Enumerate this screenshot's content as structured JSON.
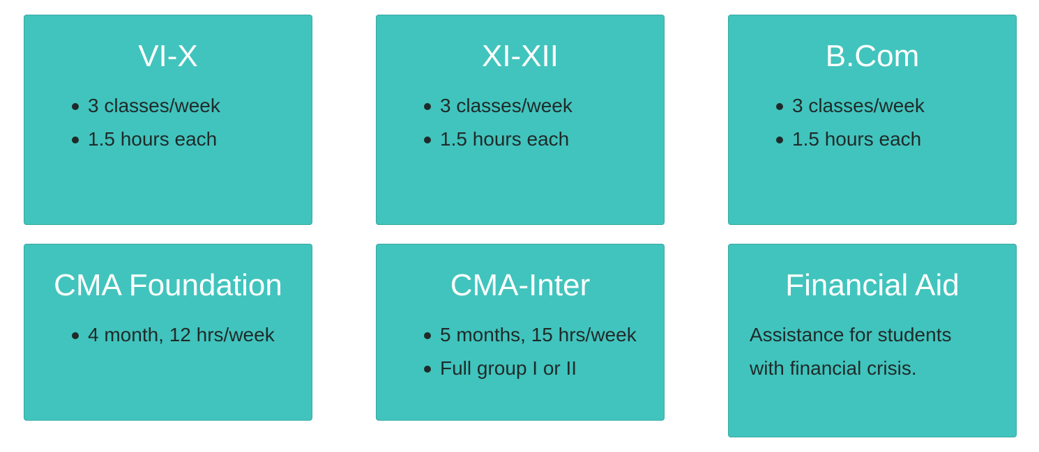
{
  "cards": [
    {
      "title": "VI-X",
      "items": [
        "3 classes/week",
        "1.5 hours each"
      ]
    },
    {
      "title": "XI-XII",
      "items": [
        "3 classes/week",
        "1.5 hours each"
      ]
    },
    {
      "title": "B.Com",
      "items": [
        "3 classes/week",
        "1.5 hours each"
      ]
    },
    {
      "title": "CMA Foundation",
      "items": [
        "4 month, 12 hrs/week"
      ]
    },
    {
      "title": "CMA-Inter",
      "items": [
        "5 months, 15 hrs/week",
        "Full group I or II"
      ]
    },
    {
      "title": "Financial Aid",
      "text_line1": "Assistance for students",
      "text_line2": "with financial crisis."
    }
  ]
}
